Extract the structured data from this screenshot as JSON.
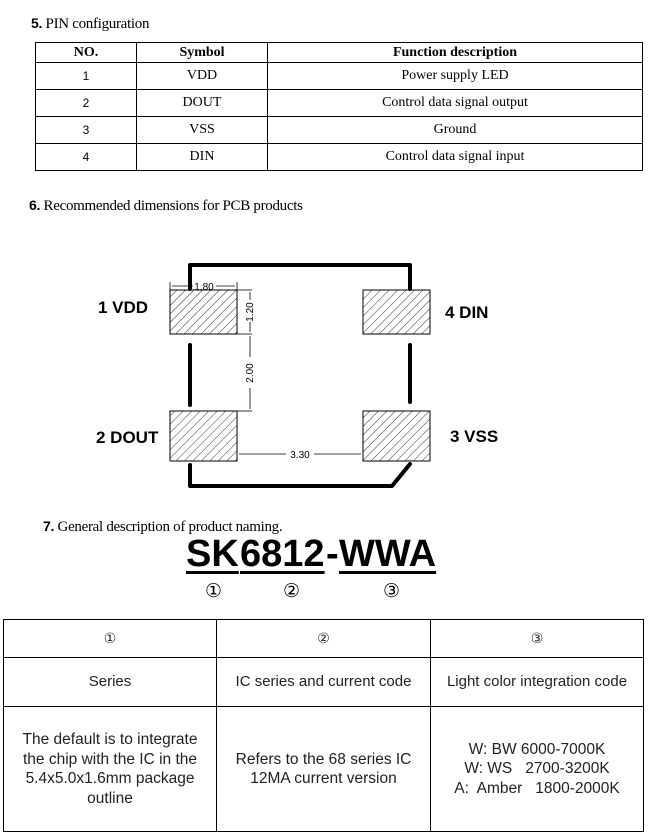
{
  "section5": {
    "number": "5.",
    "title": "PIN configuration"
  },
  "pin_table": {
    "headers": [
      "NO.",
      "Symbol",
      "Function description"
    ],
    "rows": [
      {
        "no": "1",
        "symbol": "VDD",
        "function": "Power supply LED"
      },
      {
        "no": "2",
        "symbol": "DOUT",
        "function": "Control data signal output"
      },
      {
        "no": "3",
        "symbol": "VSS",
        "function": "Ground"
      },
      {
        "no": "4",
        "symbol": "DIN",
        "function": "Control data signal input"
      }
    ]
  },
  "section6": {
    "number": "6.",
    "title": "Recommended dimensions for PCB products"
  },
  "pcb": {
    "pad_labels": {
      "tl": "1 VDD",
      "bl": "2 DOUT",
      "tr": "4 DIN",
      "br": "3 VSS"
    },
    "dims": {
      "pad_width": "1.80",
      "pad_height": "1.20",
      "pad_gap_v": "2.00",
      "pad_gap_h": "3.30"
    },
    "colors": {
      "hatch": "#000000",
      "outline": "#000000"
    }
  },
  "section7": {
    "number": "7.",
    "title": "General description of product naming."
  },
  "naming": {
    "part1": "SK",
    "part2": "6812",
    "sep": "-",
    "part3": "WWA",
    "markers": [
      "①",
      "②",
      "③"
    ]
  },
  "naming_table": {
    "markers": [
      "①",
      "②",
      "③"
    ],
    "titles": [
      "Series",
      "IC series and current code",
      "Light color integration code"
    ],
    "desc_series": "The default is to integrate the chip with the IC in the 5.4x5.0x1.6mm package outline",
    "desc_ic": "Refers to the 68 series IC 12MA current version",
    "colors": [
      "W: BW 6000-7000K",
      "W: WS   2700-3200K",
      "A:  Amber   1800-2000K"
    ]
  }
}
